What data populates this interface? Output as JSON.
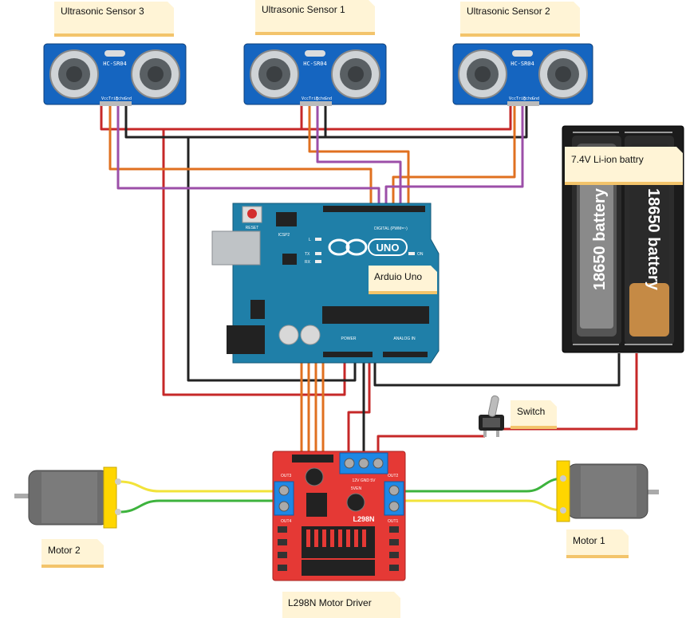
{
  "labels": {
    "sensor3": "Ultrasonic Sensor 3",
    "sensor1": "Ultrasonic Sensor 1",
    "sensor2": "Ultrasonic Sensor 2",
    "battery_note": "7.4V Li-ion battry",
    "arduino_note": "Arduio Uno",
    "switch_note": "Switch",
    "motor1_note": "Motor 1",
    "motor2_note": "Motor 2",
    "driver_note": "L298N Motor Driver"
  },
  "sensor": {
    "model": "HC-SR04",
    "pins": [
      "Vcc",
      "Trig",
      "Echo",
      "Gnd"
    ]
  },
  "battery": {
    "cell_label": "18650 battery"
  },
  "arduino": {
    "board": "UNO",
    "reset": "RESET",
    "icsp": "ICSP2",
    "digital": "DIGITAL (PWM=~)",
    "analog": "ANALOG IN",
    "power": "POWER",
    "on": "ON",
    "led_l": "L",
    "led_tx": "TX",
    "led_rx": "RX"
  },
  "driver": {
    "chip": "L298N",
    "out1": "OUT1",
    "out2": "OUT2",
    "out3": "OUT3",
    "out4": "OUT4",
    "power_labels": "12V GND 5V",
    "en": "5VEN"
  },
  "colors": {
    "sensor_board": "#1565c0",
    "arduino_board": "#1f7fa8",
    "driver_board": "#e53935",
    "wire_red": "#c62828",
    "wire_black": "#222222",
    "wire_orange": "#e07020",
    "wire_purple": "#9c4fa8",
    "wire_yellow": "#f2e33a",
    "wire_green": "#3db33d",
    "note_fill": "#fff4d6"
  }
}
